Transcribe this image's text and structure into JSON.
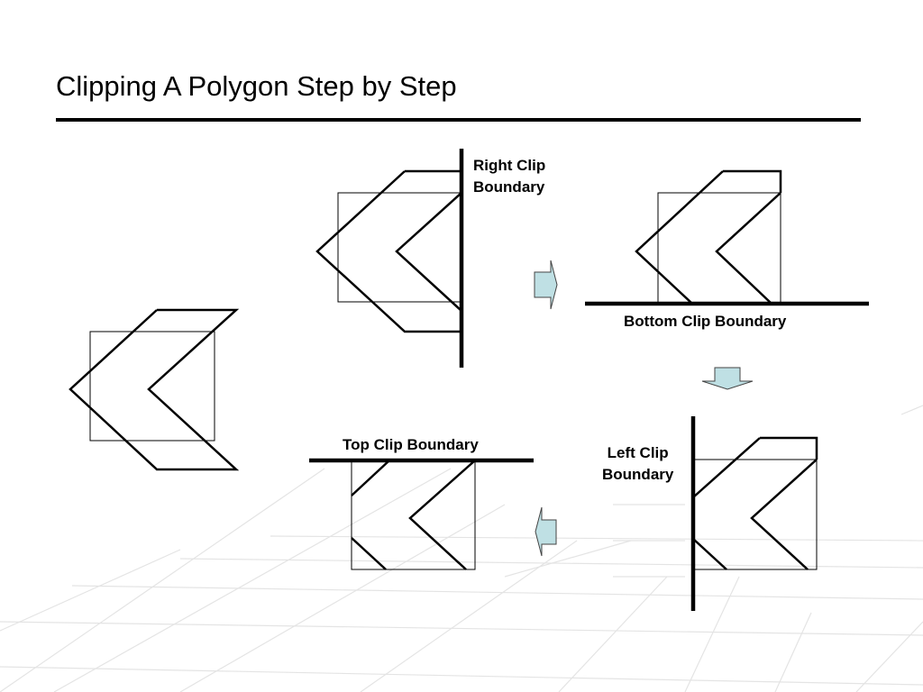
{
  "slide": {
    "title": "Clipping A Polygon Step by Step"
  },
  "labels": {
    "right_line1": "Right Clip",
    "right_line2": "Boundary",
    "bottom": "Bottom Clip Boundary",
    "left_line1": "Left Clip",
    "left_line2": "Boundary",
    "top": "Top Clip Boundary"
  },
  "colors": {
    "arrow_fill": "#bfe0e4",
    "grid": "#e3e3e3",
    "line": "#000000"
  }
}
